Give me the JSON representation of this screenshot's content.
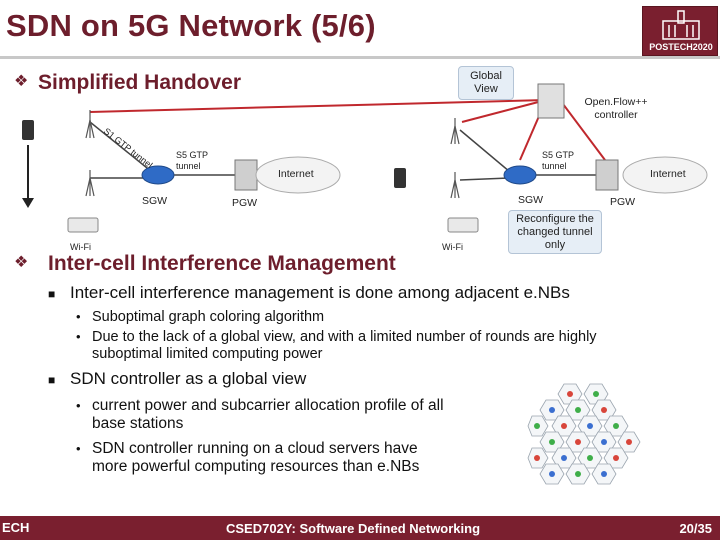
{
  "header": {
    "title": "SDN on 5G Network (5/6)",
    "logo_text": "POSTECH2020"
  },
  "bullets": {
    "simplified_handover": "Simplified Handover",
    "intercell": "Inter-cell Interference Management",
    "sub1": "Inter-cell interference management is done among adjacent e.NBs",
    "sub1_items": [
      "Suboptimal graph coloring algorithm",
      "Due to the lack of a global view, and with a limited number of rounds are highly",
      "suboptimal limited computing power"
    ],
    "sub2": "SDN controller as a global view",
    "sub2_items": [
      "current power and subcarrier allocation profile of all",
      "base stations",
      "SDN controller running on a cloud servers have",
      "more powerful computing resources than e.NBs"
    ]
  },
  "diagram": {
    "global_view": [
      "Global",
      "View"
    ],
    "openflow": [
      "Open.Flow++",
      "controller"
    ],
    "s1_gtp_tunnel": "S1 GTP tunnel",
    "s5_gtp_left": [
      "S5 GTP",
      "tunnel"
    ],
    "s5_gtp_right": [
      "S5 GTP",
      "tunnel"
    ],
    "internet_left": "Internet",
    "internet_right": "Internet",
    "sgw_left": "SGW",
    "pgw_left": "PGW",
    "sgw_right": "SGW",
    "pgw_right": "PGW",
    "wifi_left": "Wi-Fi",
    "wifi_right": "Wi-Fi",
    "reconfigure": [
      "Reconfigure the",
      "changed tunnel",
      "only"
    ]
  },
  "footer": {
    "left": "ECH",
    "center": "CSED702Y: Software Defined Networking",
    "page": "20/35"
  },
  "colors": {
    "accent": "#6d1e2c",
    "footer_bg": "#7a1f2f",
    "cell_red": "#d8453a",
    "cell_green": "#3fae49",
    "cell_blue": "#3b6fd0"
  }
}
